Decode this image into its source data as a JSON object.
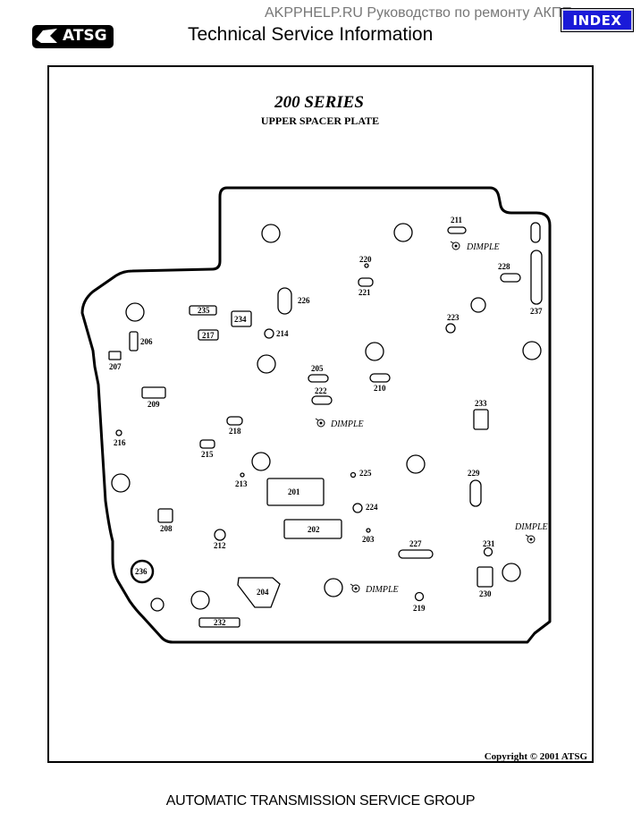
{
  "header": {
    "watermark": "AKPPHELP.RU Руководство по ремонту АКПП",
    "index_label": "INDEX",
    "logo_text": "ATSG",
    "subtitle": "Technical Service Information"
  },
  "diagram": {
    "title": "200 SERIES",
    "subtitle": "UPPER SPACER PLATE",
    "copyright": "Copyright © 2001 ATSG",
    "dimple_label": "DIMPLE",
    "parts": [
      "201",
      "202",
      "203",
      "204",
      "205",
      "206",
      "207",
      "208",
      "209",
      "210",
      "211",
      "212",
      "213",
      "214",
      "215",
      "216",
      "217",
      "218",
      "219",
      "220",
      "221",
      "222",
      "223",
      "224",
      "225",
      "226",
      "227",
      "228",
      "229",
      "230",
      "231",
      "232",
      "233",
      "234",
      "235",
      "236",
      "237"
    ]
  },
  "footer": {
    "text": "AUTOMATIC TRANSMISSION SERVICE GROUP"
  }
}
